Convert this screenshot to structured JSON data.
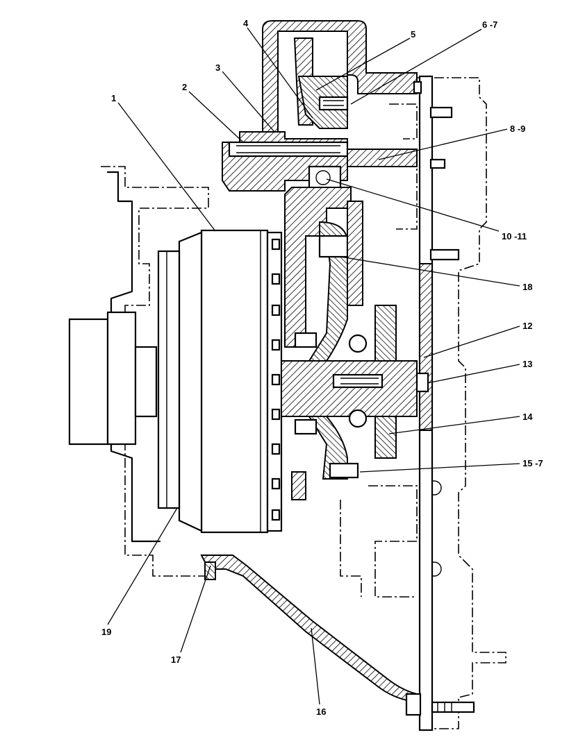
{
  "callouts": {
    "c1": "1",
    "c2": "2",
    "c3": "3",
    "c4": "4",
    "c5": "5",
    "c6_7": "6 -7",
    "c8_9": "8 -9",
    "c10_11": "10 -11",
    "c18": "18",
    "c12": "12",
    "c13": "13",
    "c14": "14",
    "c15_7": "15 -7",
    "c19": "19",
    "c17": "17",
    "c16": "16"
  }
}
